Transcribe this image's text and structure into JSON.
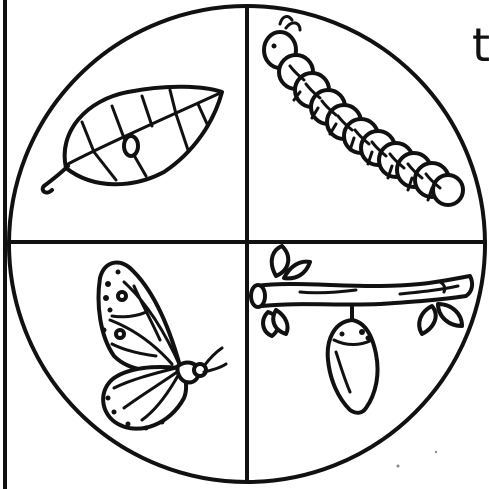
{
  "diagram": {
    "edge_text": "t",
    "stages": [
      {
        "position": "top-left",
        "icon": "leaf-with-egg-icon"
      },
      {
        "position": "top-right",
        "icon": "caterpillar-icon"
      },
      {
        "position": "bottom-right",
        "icon": "chrysalis-on-branch-icon"
      },
      {
        "position": "bottom-left",
        "icon": "butterfly-icon"
      }
    ],
    "colors": {
      "ink": "#111111",
      "background": "#ffffff"
    }
  }
}
